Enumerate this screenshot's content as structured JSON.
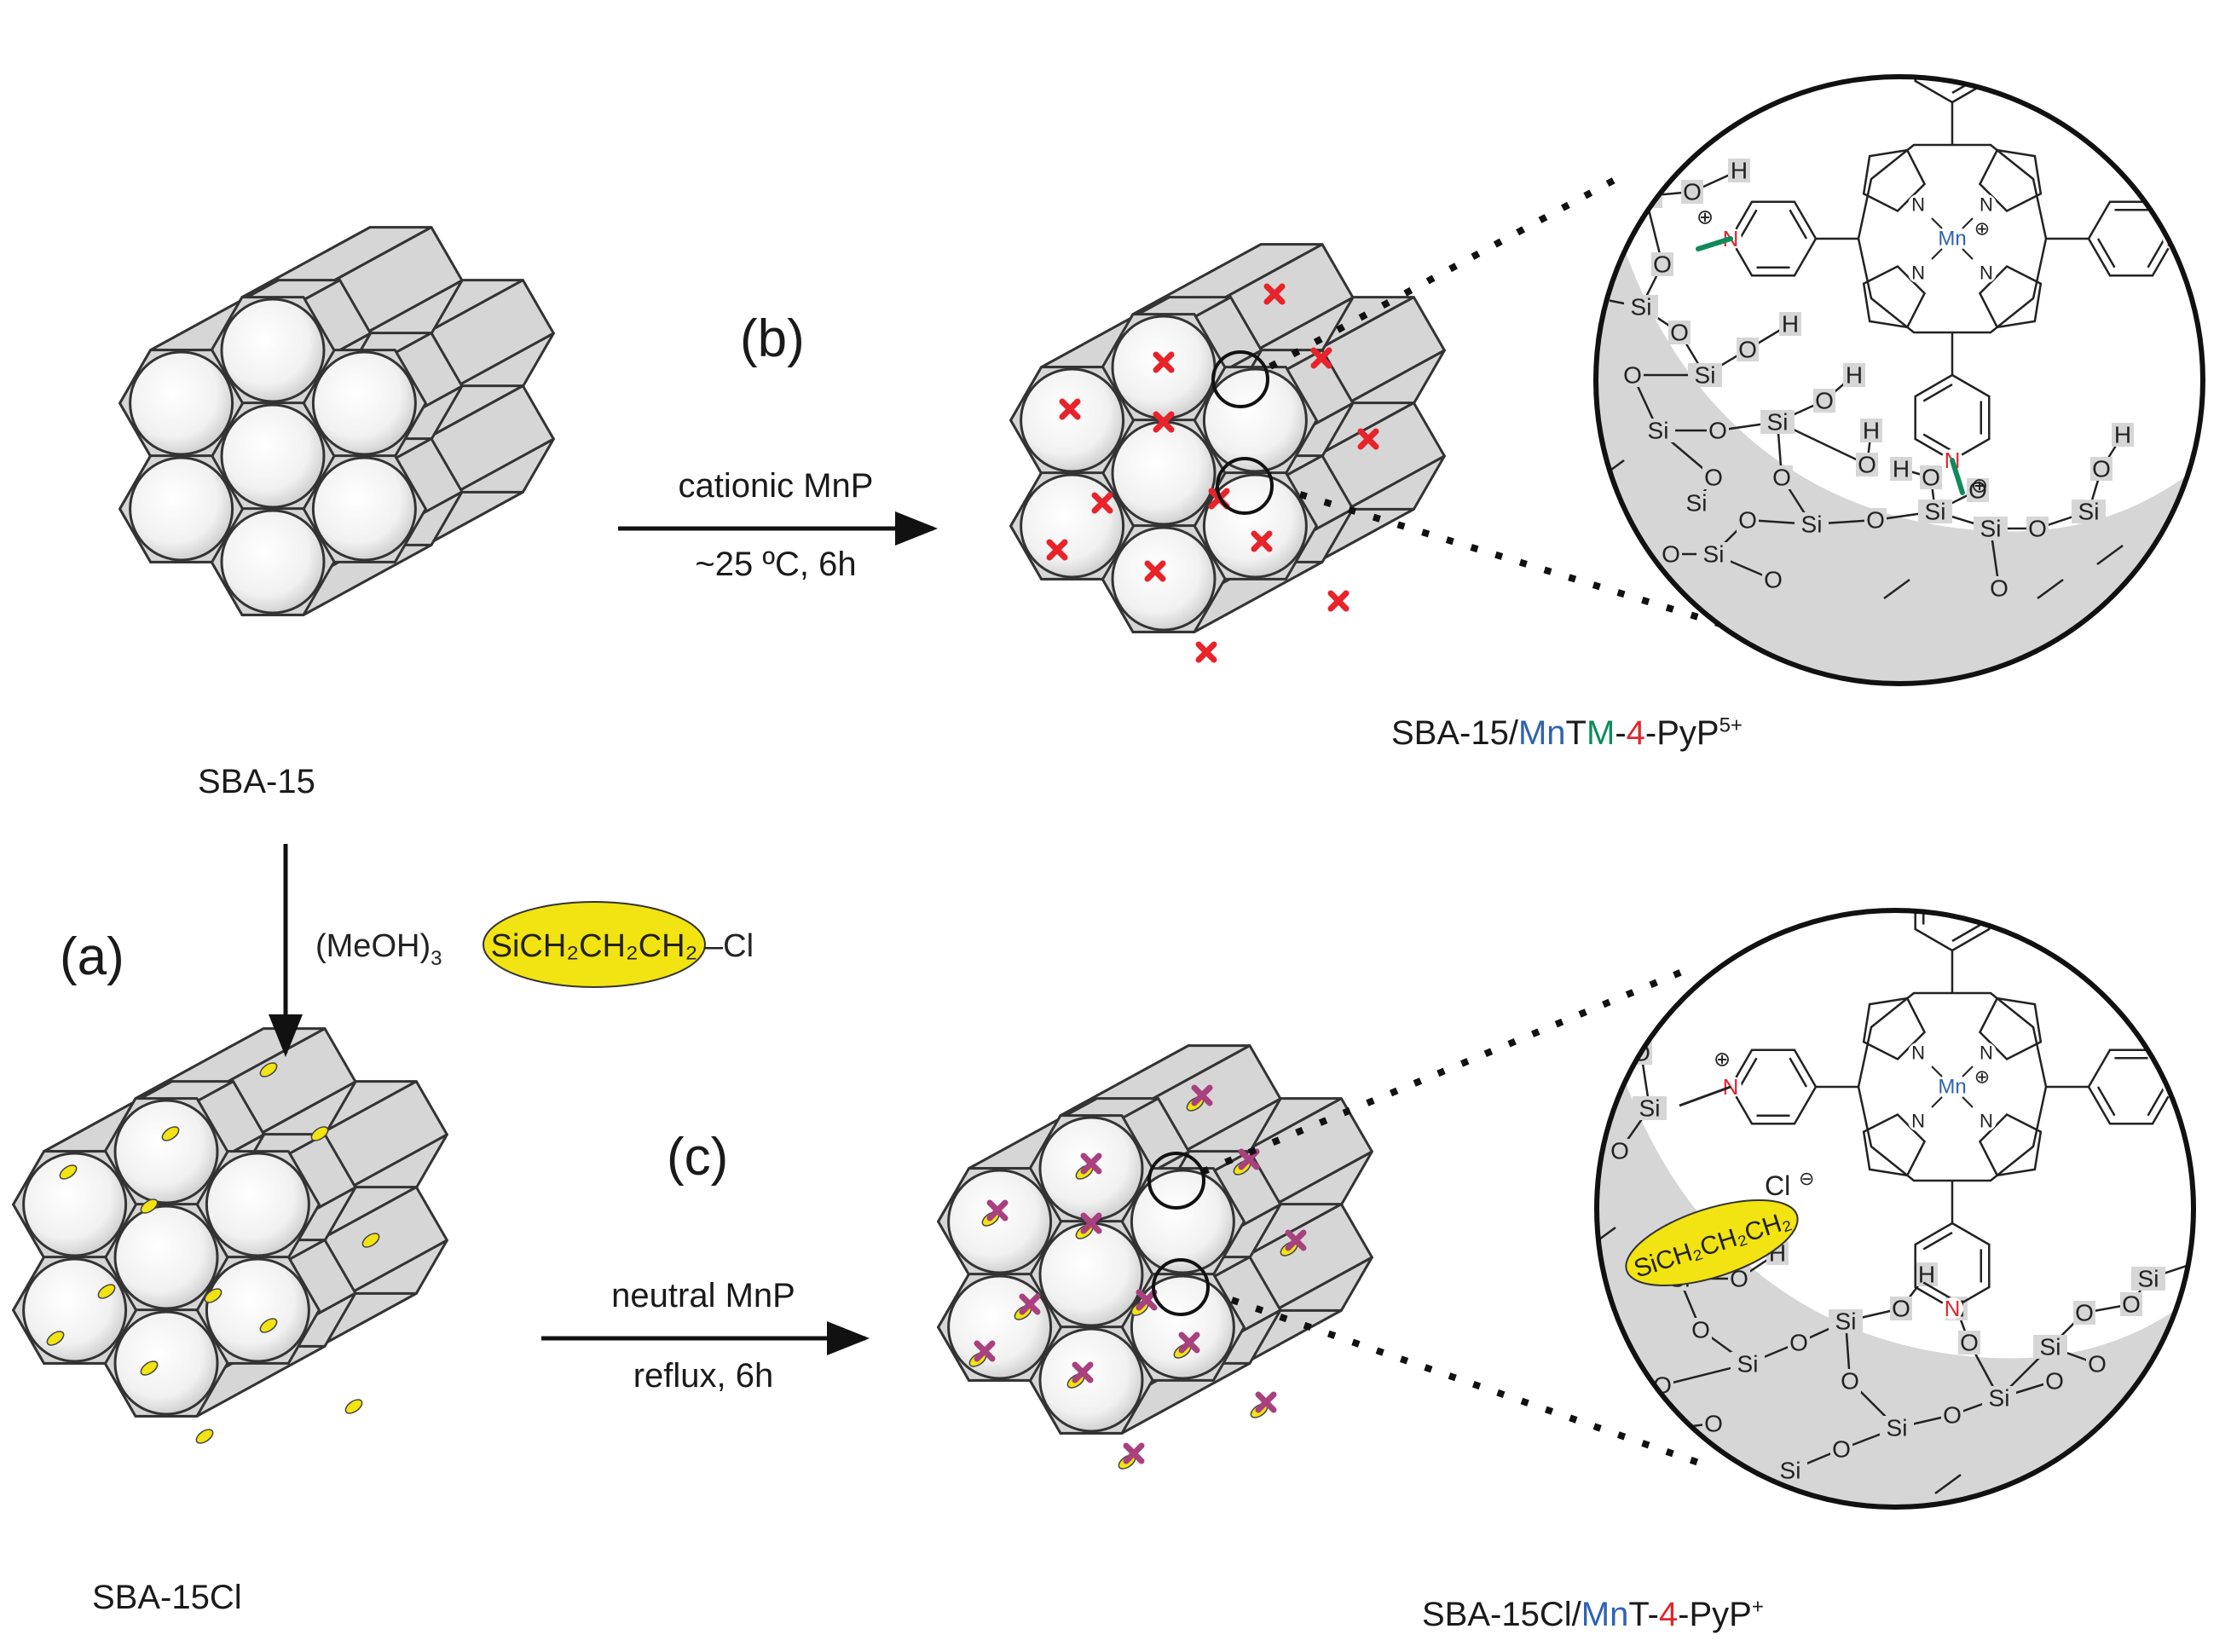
{
  "labels": {
    "sba15": "SBA-15",
    "sba15cl": "SBA-15Cl",
    "step_a": "(a)",
    "step_b": "(b)",
    "step_c": "(c)"
  },
  "step_b": {
    "reagent": "cationic MnP",
    "conditions": "~25 ºC, 6h"
  },
  "step_c": {
    "reagent": "neutral MnP",
    "conditions": "reflux, 6h"
  },
  "step_a": {
    "prefix": "(MeOH)",
    "prefix_sub": "3",
    "linker": "SiCH₂CH₂CH₂",
    "suffix": "–Cl"
  },
  "product_top": {
    "base": "SBA-15/",
    "mn": "Mn",
    "t": "T",
    "m": "M",
    "dash1": "-",
    "four": "4",
    "rest": "-PyP",
    "charge": "5+"
  },
  "product_bottom": {
    "base": "SBA-15Cl/",
    "mn": "Mn",
    "t": "T-",
    "four": "4",
    "rest": "-PyP",
    "charge": "+"
  },
  "chem": {
    "si": "Si",
    "o": "O",
    "h": "H",
    "n": "N",
    "mn": "Mn",
    "plus": "⊕",
    "minus": "⊖",
    "cl": "Cl",
    "alkyl": "SiCH₂CH₂CH₂"
  },
  "colors": {
    "pore_fill": "#d6d6d6",
    "channel": "#f2f2f2",
    "cationic_marker": "#e8232a",
    "neutral_marker": "#a8417e",
    "linker_fill": "#f2e312",
    "nitrogen": "#e0262e",
    "methyl": "#0f8a5c",
    "manganese": "#2f62b3"
  }
}
